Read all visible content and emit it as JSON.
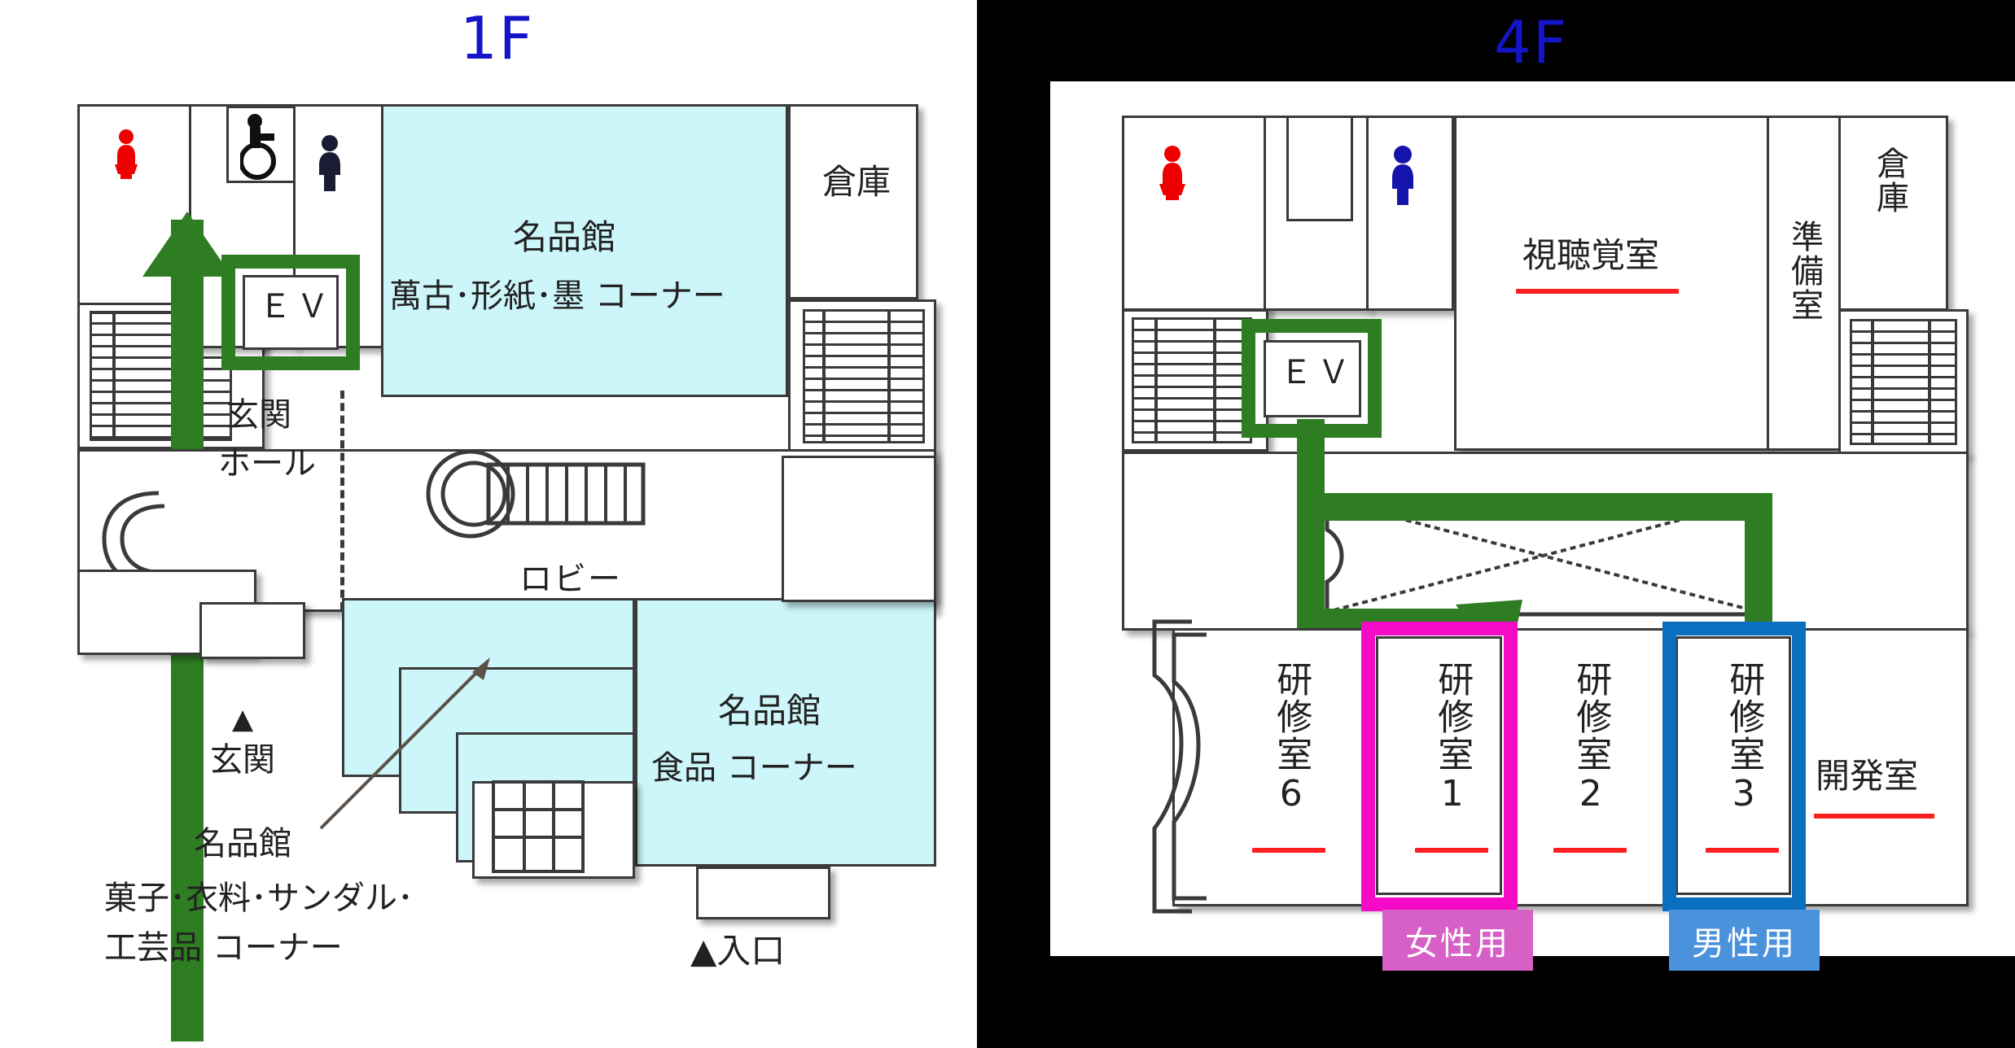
{
  "floors": [
    {
      "id": "1f",
      "title": "1F",
      "title_color": "#1414c8",
      "rooms": [
        {
          "name": "名品館",
          "sub": "萬古･形紙･墨 コーナー"
        },
        {
          "name": "倉庫"
        },
        {
          "name": "玄関ホール"
        },
        {
          "name": "ロビー"
        },
        {
          "name": "名品館",
          "sub": "食品 コーナー"
        },
        {
          "name": "名品館",
          "sub": "菓子･衣料･サンダル･\n工芸品 コーナー"
        }
      ],
      "labels": {
        "meihinkan_top": "名品館",
        "meihinkan_top_sub": "萬古･形紙･墨 コーナー",
        "souko": "倉庫",
        "genkan_hall_l1": "玄関",
        "genkan_hall_l2": "ホール",
        "lobby": "ロビー",
        "meihinkan_food": "名品館",
        "meihinkan_food_sub": "食品 コーナー",
        "genkan_marker": "▲",
        "genkan": "玄関",
        "meihinkan_lower": "名品館",
        "meihinkan_lower_sub1": "菓子･衣料･サンダル･",
        "meihinkan_lower_sub2": "工芸品 コーナー",
        "entrance": "▲入口",
        "ev": "ＥＶ"
      },
      "highlight": {
        "target": "ＥＶ",
        "color": "#2e7d22"
      },
      "pictograms": [
        {
          "name": "womens-restroom-icon",
          "color": "#ee0000"
        },
        {
          "name": "wheelchair-restroom-icon",
          "color": "#101010"
        },
        {
          "name": "mens-restroom-icon",
          "color": "#1b1b33"
        }
      ]
    },
    {
      "id": "4f",
      "title": "4F",
      "title_color": "#1414c8",
      "labels": {
        "av_room": "視聴覚室",
        "prep_room": "準備室",
        "souko": "倉庫",
        "training6": "研修室6",
        "training1": "研修室1",
        "training2": "研修室2",
        "training3": "研修室3",
        "dev_room": "開発室",
        "ev": "ＥＶ"
      },
      "rooms_vertical": [
        {
          "name": "研修室",
          "num": "6",
          "highlight": "none"
        },
        {
          "name": "研修室",
          "num": "1",
          "highlight": "pink"
        },
        {
          "name": "研修室",
          "num": "2",
          "highlight": "none"
        },
        {
          "name": "研修室",
          "num": "3",
          "highlight": "blue"
        }
      ],
      "tags": [
        {
          "text": "女性用",
          "bg": "#d760c7",
          "fg": "#ffffff",
          "target": "研修室1"
        },
        {
          "text": "男性用",
          "bg": "#4b92dd",
          "fg": "#ffffff",
          "target": "研修室3"
        }
      ],
      "highlights": {
        "ev": "#2e7d22",
        "training1": "#f50ac8",
        "training3": "#0b6fc0",
        "route_arrow": "#2e7d22"
      },
      "pictograms": [
        {
          "name": "womens-restroom-icon",
          "color": "#ee0000"
        },
        {
          "name": "mens-restroom-icon",
          "color": "#1414aa"
        }
      ]
    }
  ],
  "legend": {
    "room_underline_color": "#ff1f1f",
    "cyan_area_color": "#cdf6fb",
    "wall_color": "#3a3a3a"
  }
}
